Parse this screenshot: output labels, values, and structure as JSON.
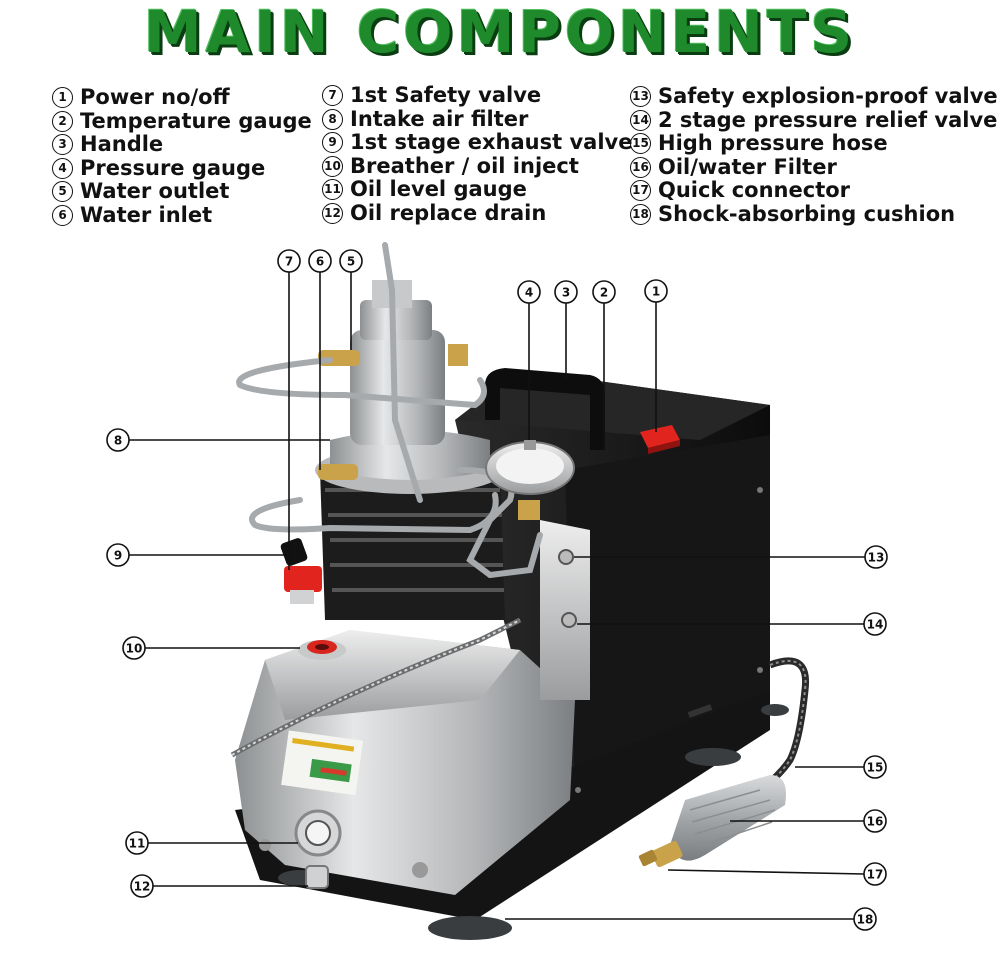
{
  "title": "MAIN COMPONENTS",
  "legend": [
    {
      "n": "1",
      "label": "Power no/off"
    },
    {
      "n": "2",
      "label": "Temperature gauge"
    },
    {
      "n": "3",
      "label": "Handle"
    },
    {
      "n": "4",
      "label": "Pressure gauge"
    },
    {
      "n": "5",
      "label": "Water outlet"
    },
    {
      "n": "6",
      "label": "Water inlet"
    },
    {
      "n": "7",
      "label": "1st Safety valve"
    },
    {
      "n": "8",
      "label": "Intake air filter"
    },
    {
      "n": "9",
      "label": "1st stage exhaust valve"
    },
    {
      "n": "10",
      "label": "Breather / oil inject"
    },
    {
      "n": "11",
      "label": "Oil level gauge"
    },
    {
      "n": "12",
      "label": "Oil replace drain"
    },
    {
      "n": "13",
      "label": "Safety explosion-proof valve"
    },
    {
      "n": "14",
      "label": "2 stage pressure relief valve"
    },
    {
      "n": "15",
      "label": "High pressure hose"
    },
    {
      "n": "16",
      "label": "Oil/water Filter"
    },
    {
      "n": "17",
      "label": "Quick connector"
    },
    {
      "n": "18",
      "label": "Shock-absorbing cushion"
    }
  ],
  "colors": {
    "title_green": "#1f8a2c",
    "cabinet": "#141414",
    "aluminum": "#c9cbcc",
    "red_knob": "#e1241d",
    "brass": "#c9a24a"
  }
}
